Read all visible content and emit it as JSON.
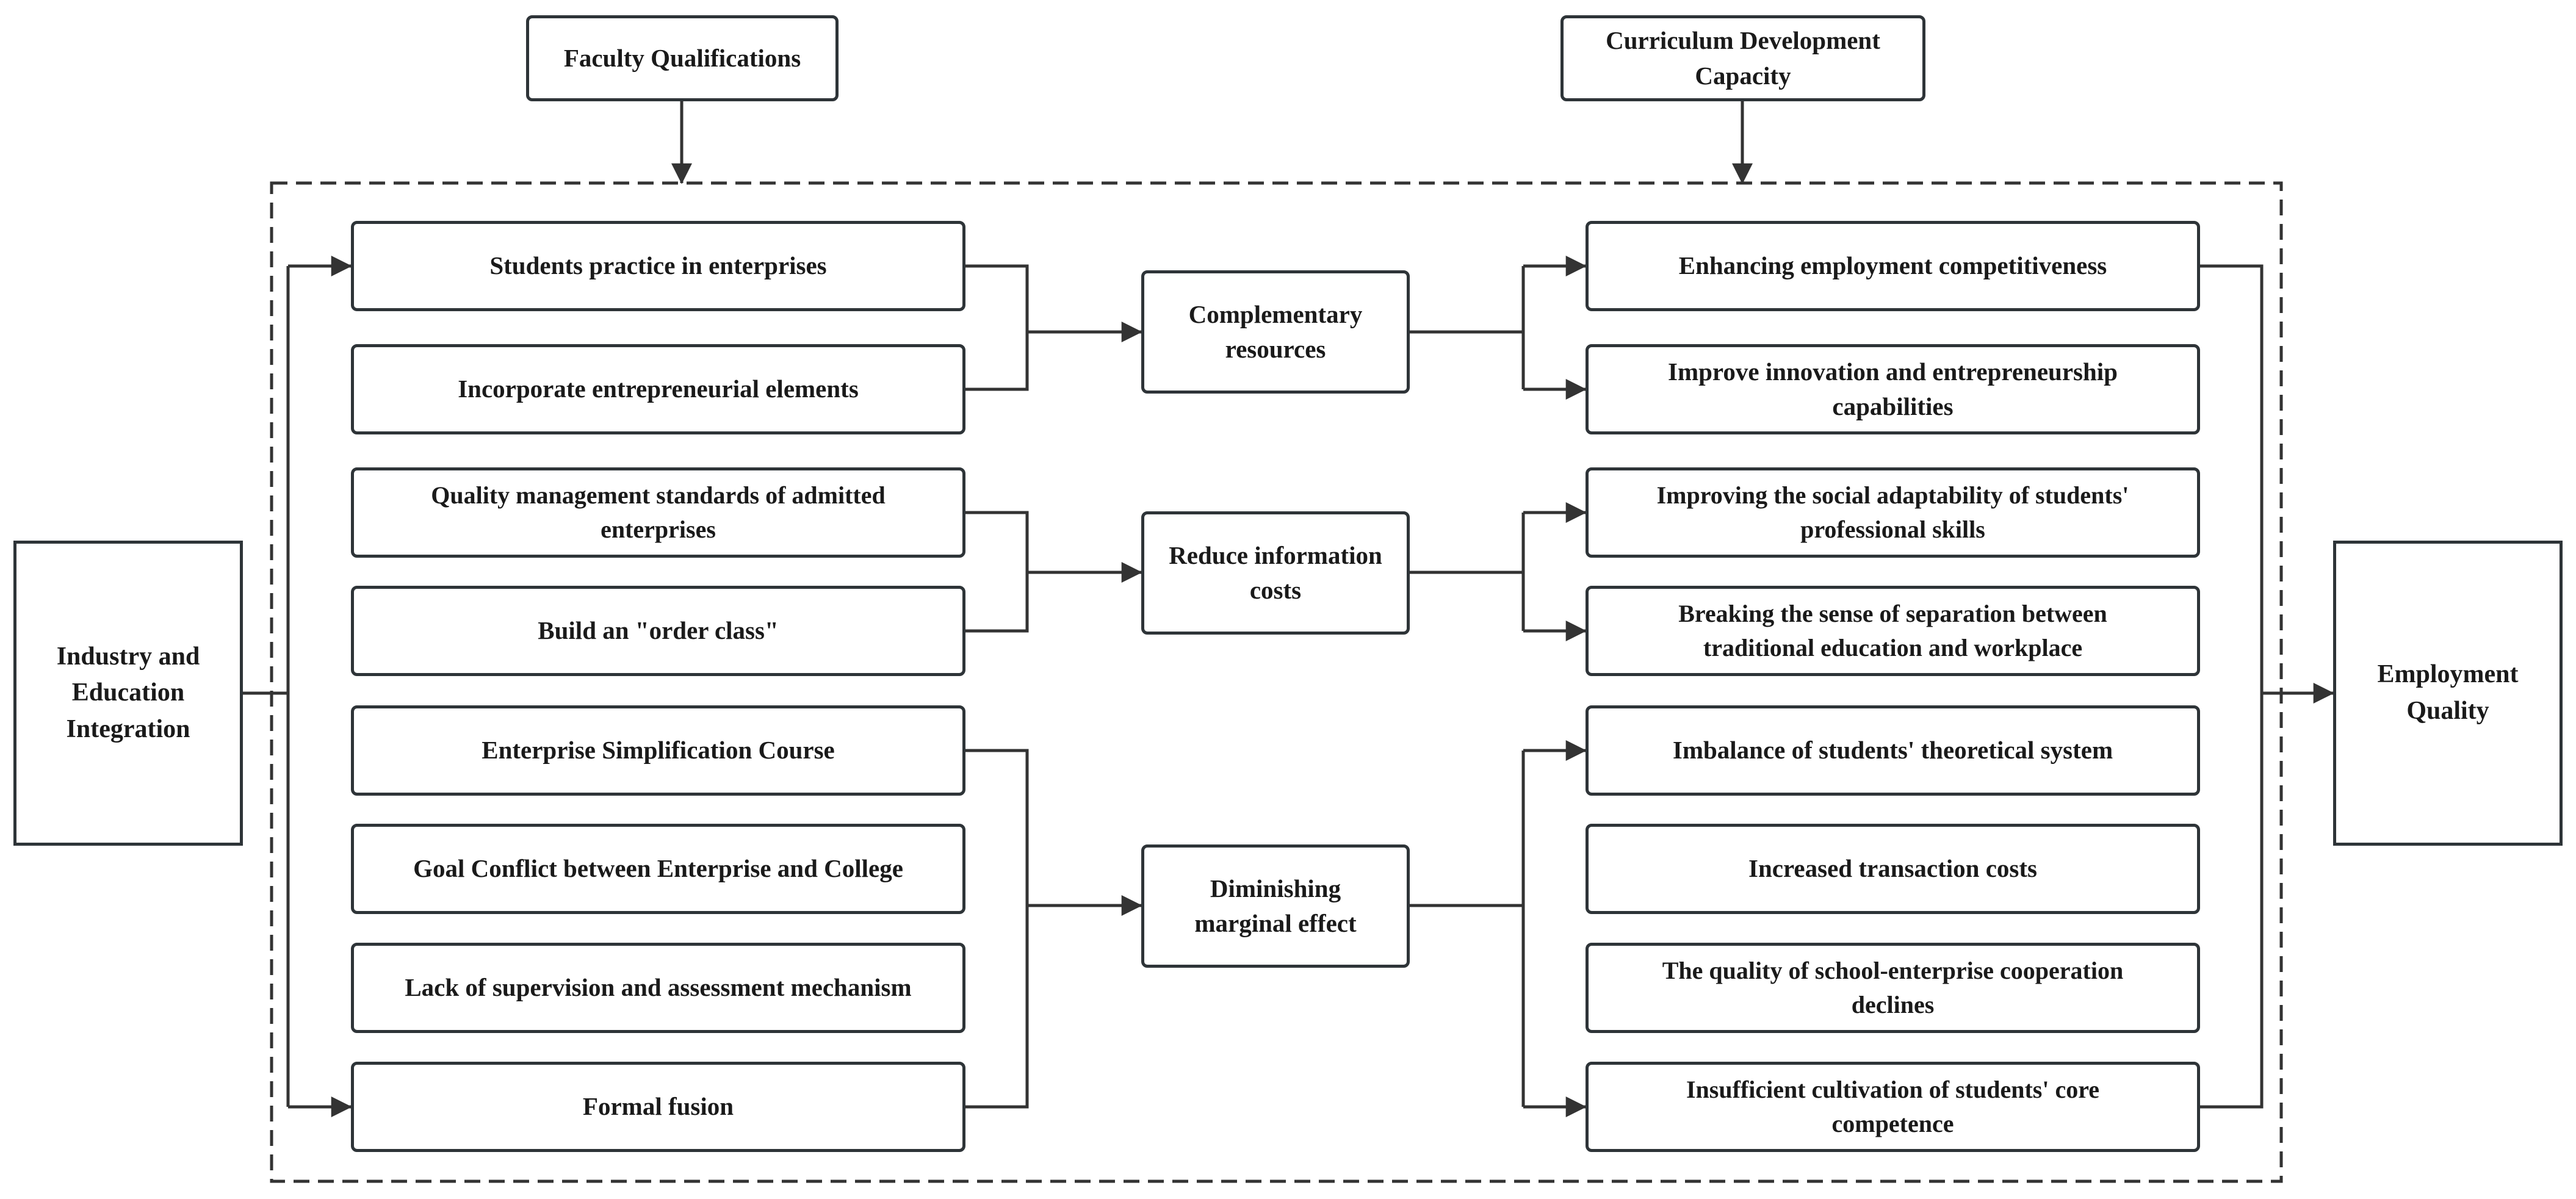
{
  "top": {
    "faculty": "Faculty Qualifications",
    "curriculum": "Curriculum Development Capacity"
  },
  "side": {
    "source": "Industry and Education Integration",
    "target": "Employment Quality"
  },
  "left": [
    "Students practice in enterprises",
    "Incorporate entrepreneurial elements",
    "Quality management standards of admitted enterprises",
    "Build an \"order class\"",
    "Enterprise Simplification Course",
    "Goal Conflict between Enterprise and College",
    "Lack of supervision and assessment mechanism",
    "Formal fusion"
  ],
  "middle": [
    "Complementary resources",
    "Reduce information costs",
    "Diminishing marginal effect"
  ],
  "right": [
    "Enhancing employment competitiveness",
    "Improve innovation and entrepreneurship capabilities",
    "Improving the social adaptability of students' professional skills",
    "Breaking the sense of separation between traditional education and workplace",
    "Imbalance of students' theoretical system",
    "Increased transaction costs",
    "The quality of school-enterprise cooperation declines",
    "Insufficient cultivation of students' core competence"
  ],
  "style": {
    "line_color": "#333333",
    "border_color": "#2e3438"
  }
}
